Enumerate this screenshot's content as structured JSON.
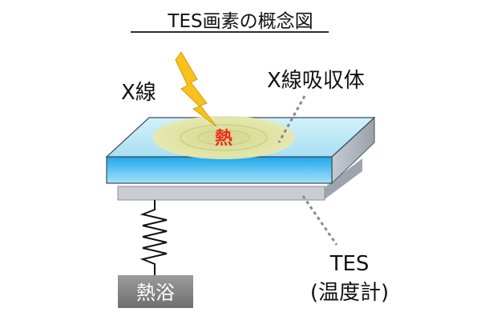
{
  "title": "TES画素の概念図",
  "labels": {
    "xray": "X線",
    "absorber": "X線吸収体",
    "heat": "熱",
    "tes_line1": "TES",
    "tes_line2": "(温度計)",
    "heat_bath": "熱浴"
  },
  "colors": {
    "heat_text": "#ee2a1c",
    "lightning": "#f7c21a",
    "heat_glow": "#e4e6a0",
    "absorber_top": "#bfe9f5",
    "absorber_front": "#3ab8ee",
    "tes_layer": "#c8cbd2",
    "bath_box": "#848484"
  },
  "icons": [
    "lightning-bolt-icon",
    "spring-icon"
  ]
}
